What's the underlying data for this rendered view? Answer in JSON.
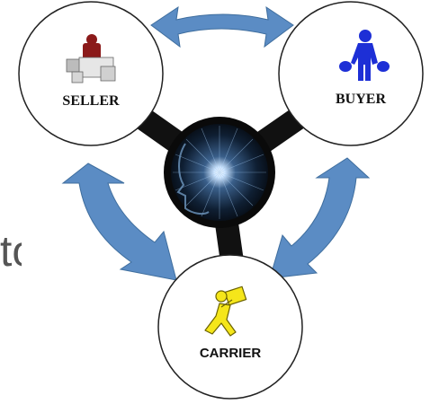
{
  "nodes": {
    "seller": {
      "label": "SELLER",
      "icon": "seller-desk-icon"
    },
    "buyer": {
      "label": "BUYER",
      "icon": "buyer-shopping-bags-icon"
    },
    "carrier": {
      "label": "CARRIER",
      "icon": "carrier-running-with-box-icon"
    },
    "hub": {
      "icon": "digital-head-hub-icon"
    }
  },
  "partial_text": "to",
  "colors": {
    "arrow": "#5b8cc4",
    "connector": "#111111",
    "node_border": "#222222",
    "carrier_figure": "#f5e61a",
    "buyer_figure": "#1d2fd6",
    "seller_figure": "#8b1a1a"
  }
}
